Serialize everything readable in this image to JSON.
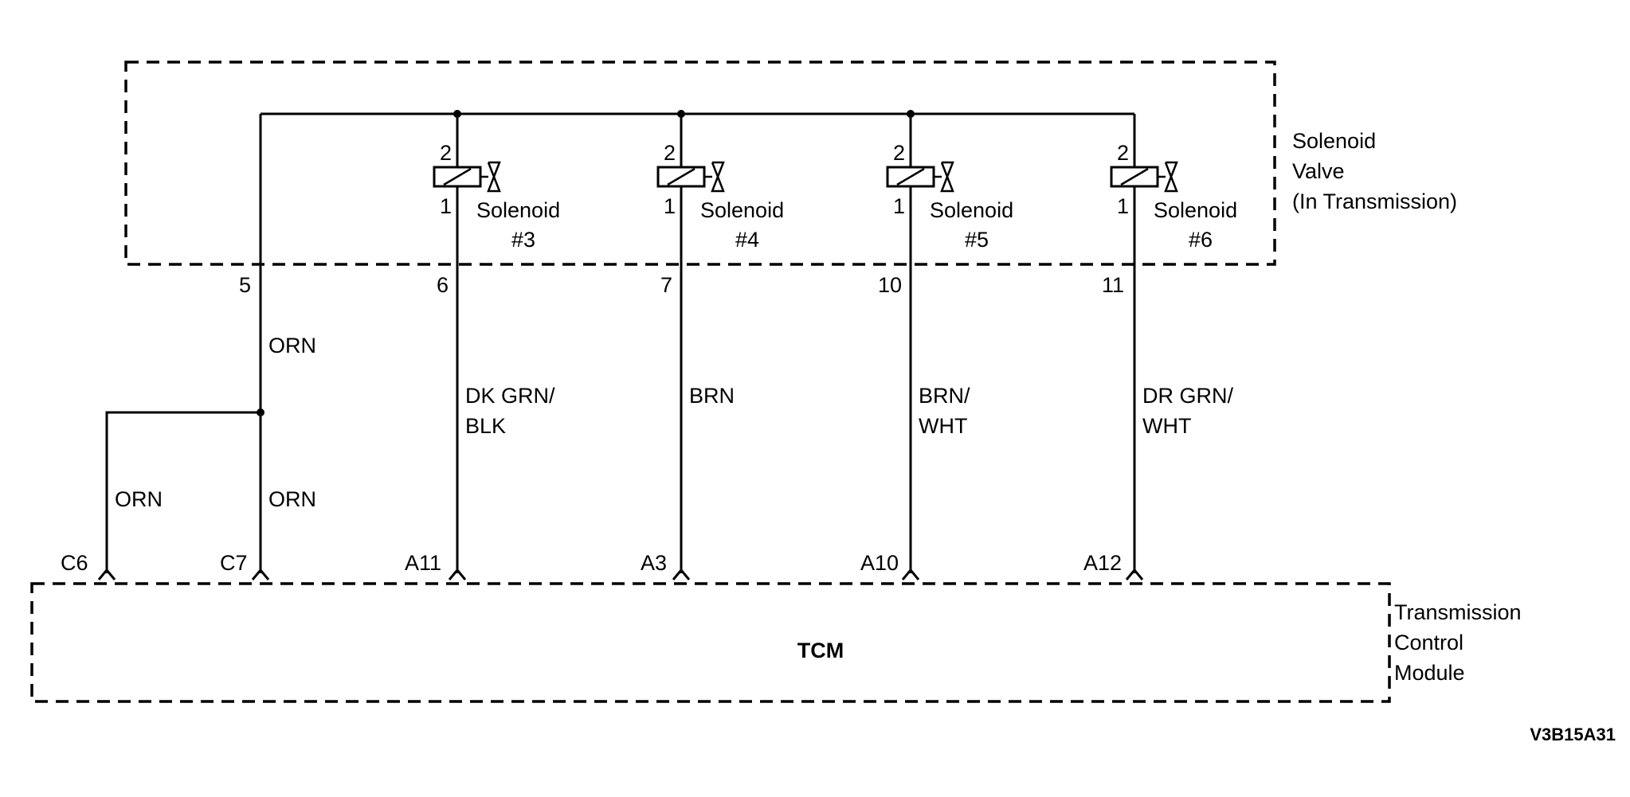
{
  "solenoid_box": {
    "label_lines": [
      "Solenoid",
      "Valve",
      "(In Transmission)"
    ]
  },
  "tcm_box": {
    "title": "TCM",
    "label_lines": [
      "Transmission",
      "Control",
      "Module"
    ]
  },
  "solenoids": [
    {
      "name": "Solenoid",
      "number": "#3",
      "pin_top": "2",
      "pin_bottom": "1"
    },
    {
      "name": "Solenoid",
      "number": "#4",
      "pin_top": "2",
      "pin_bottom": "1"
    },
    {
      "name": "Solenoid",
      "number": "#5",
      "pin_top": "2",
      "pin_bottom": "1"
    },
    {
      "name": "Solenoid",
      "number": "#6",
      "pin_top": "2",
      "pin_bottom": "1"
    }
  ],
  "harness_pins": [
    "5",
    "6",
    "7",
    "10",
    "11"
  ],
  "wires": {
    "orn_upper": "ORN",
    "orn_left": "ORN",
    "orn_right": "ORN",
    "sol3": [
      "DK GRN/",
      "BLK"
    ],
    "sol4": [
      "BRN"
    ],
    "sol5": [
      "BRN/",
      "WHT"
    ],
    "sol6": [
      "DR GRN/",
      "WHT"
    ]
  },
  "tcm_pins": [
    "C6",
    "C7",
    "A11",
    "A3",
    "A10",
    "A12"
  ],
  "figure_id": "V3B15A31"
}
